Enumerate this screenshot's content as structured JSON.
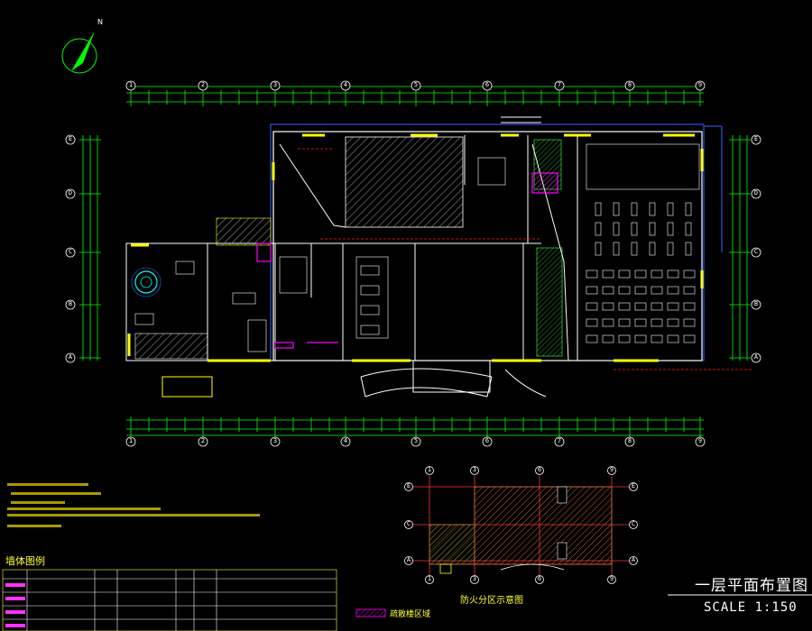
{
  "drawing": {
    "title": "一层平面布置图",
    "scale": "SCALE 1:150",
    "north_label": "N"
  },
  "legend": {
    "title": "墙体图例",
    "fire_zone_caption": "防火分区示意图",
    "fire_zone_legend": "疏散楼区域"
  },
  "grid_axes": {
    "columns": [
      "1",
      "2",
      "3",
      "4",
      "5",
      "6",
      "7",
      "8",
      "9"
    ],
    "rows": [
      "E",
      "D",
      "C",
      "B",
      "A"
    ],
    "fire_columns": [
      "1",
      "3",
      "6",
      "9"
    ],
    "fire_rows": [
      "E",
      "C",
      "A"
    ]
  },
  "colors": {
    "background": "#000000",
    "walls": "#ffffff",
    "dimension": "#00ff00",
    "accent_yellow": "#ffff00",
    "accent_magenta": "#ff00ff",
    "accent_red": "#ff0000",
    "accent_blue": "#3366ff",
    "accent_cyan": "#00ffff",
    "hatch_fire": "#cc6633"
  }
}
